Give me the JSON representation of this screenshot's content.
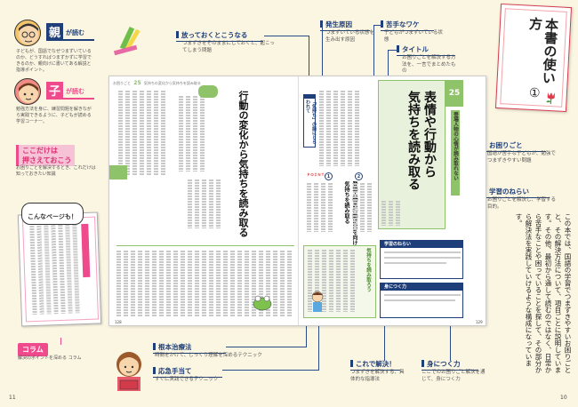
{
  "left_sidebar": {
    "oya_big": "親",
    "oya_small": "が読む",
    "oya_desc": "子どもが、国語でなぜつまずいているのか、どうすればつまずかずに学習できるのか、親向けに書いてある解説と指導ポイント。",
    "ko_big": "子",
    "ko_small": "が読む",
    "ko_desc": "勉強方法を身に、練習問題を解きながら実践できるように、子どもが読める学習コーナー。",
    "koko_title_1": "ここだけは",
    "koko_title_2": "押さえておこう",
    "koko_desc": "お困りごとを解決するとき、これだけは知っておきたい知識",
    "speech": "こんなページも！",
    "column_label": "コラム",
    "column_desc": "解決のポイントを深める コラム"
  },
  "callouts": {
    "houtteoku_label": "放っておくとこうなる",
    "houtteoku_desc": "つまずきをそのままにしておくと、起こってしまう問題",
    "hassei_label": "発生原因",
    "hassei_desc": "つまずいている状態を 生み出す原因",
    "nigate_label": "苦手なワケ",
    "nigate_desc": "子どもがつまずいている状態",
    "title_label": "タイトル",
    "title_desc": "お困りごとを解決する方法を、一言でまとめたもの",
    "okomari_label": "お困りごと",
    "okomari_desc": "国語が苦手な子どもが、勉強でつまずきやすい問題",
    "gakushu_label": "学習のねらい",
    "gakushu_desc": "お困りごとを解決し、学習する目的。",
    "konpon_label": "根本治療法",
    "konpon_desc": "時間をかけて、じっくり理解を深めるテクニック",
    "oukyu_label": "応急手当て",
    "oukyu_desc": "すぐに実践できるテクニック",
    "korede_label": "これで解決！",
    "korede_desc": "つまずきを解決する、具体的な指導法",
    "mini_label": "身につく力",
    "mini_desc": "ここでのお困りごと解決を通じて、身につく力"
  },
  "spread": {
    "left_number_label": "お困りごと",
    "left_number": "25",
    "left_header": "気持ちの変化から気持ちを読み取る",
    "left_title": "行動の変化から気持ちを読み取る",
    "right_number": "25",
    "right_heading_small": "登場人物の心情が読み取れない",
    "right_title_1": "表情や行動から",
    "right_title_2": "気持ちを読み取る",
    "blue_box": "「気持ち」の語にとらわれて",
    "middle_red": "ＰＯＩＮＴ",
    "middle_heading": "登場人物の行動に目を向け、気持ちを読み取る",
    "green_heading": "気持ちを読み取ろう",
    "learn_aim_box": "学習のねらい",
    "mini_box": "身につく力",
    "left_page_num": "128",
    "right_page_num": "129"
  },
  "right_title": {
    "title_chars": "本書の使い方",
    "circled": "①"
  },
  "right_paragraph": "この本では、国語の学習でつまずきやすいお困りごとと、その解決方法について、項目ごとに説明しています。その他、最初から通して読むのではなく、日常から苦手なことや困っていることを探して、その部分から解決法を実践していけるような構成になっています。",
  "page_numbers": {
    "left": "11",
    "right": "10"
  },
  "colors": {
    "navy": "#1f3f7a",
    "pink": "#ee4a8c",
    "green": "#8fc36a",
    "cream": "#fbf6e2"
  }
}
